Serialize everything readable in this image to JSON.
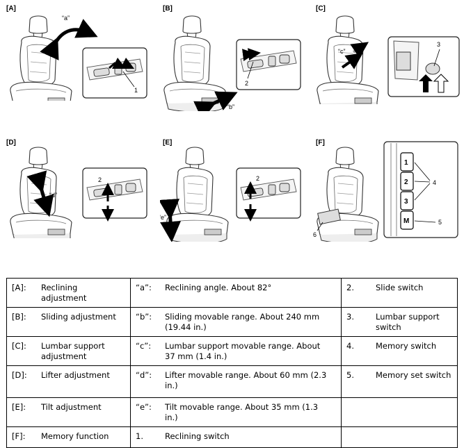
{
  "panels": {
    "A": {
      "label": "[A]",
      "callouts": {
        "a": "“a”",
        "n1": "1"
      }
    },
    "B": {
      "label": "[B]",
      "callouts": {
        "b": "“b”",
        "n2": "2"
      }
    },
    "C": {
      "label": "[C]",
      "callouts": {
        "c": "“c”",
        "n3": "3"
      }
    },
    "D": {
      "label": "[D]",
      "callouts": {
        "d": "“d”",
        "n2": "2"
      }
    },
    "E": {
      "label": "[E]",
      "callouts": {
        "e": "“e”",
        "n2": "2"
      }
    },
    "F": {
      "label": "[F]",
      "callouts": {
        "n4": "4",
        "n5": "5",
        "n6": "6",
        "btn1": "1",
        "btn2": "2",
        "btn3": "3",
        "btnM": "M"
      }
    }
  },
  "legend": {
    "rows": [
      [
        {
          "k": "[A]:",
          "v": "Reclining adjustment"
        },
        {
          "k": "“a”:",
          "v": "Reclining angle. About 82°"
        },
        {
          "k": "2.",
          "v": "Slide switch"
        }
      ],
      [
        {
          "k": "[B]:",
          "v": "Sliding adjustment"
        },
        {
          "k": "“b”:",
          "v": "Sliding movable range. About 240 mm (19.44 in.)"
        },
        {
          "k": "3.",
          "v": "Lumbar support switch"
        }
      ],
      [
        {
          "k": "[C]:",
          "v": "Lumbar support adjustment"
        },
        {
          "k": "“c”:",
          "v": "Lumbar support movable range. About 37 mm (1.4 in.)"
        },
        {
          "k": "4.",
          "v": "Memory switch"
        }
      ],
      [
        {
          "k": "[D]:",
          "v": "Lifter adjustment"
        },
        {
          "k": "“d”:",
          "v": "Lifter movable range. About 60 mm (2.3 in.)"
        },
        {
          "k": "5.",
          "v": "Memory set switch"
        }
      ],
      [
        {
          "k": "[E]:",
          "v": "Tilt adjustment"
        },
        {
          "k": "“e”:",
          "v": "Tilt movable range. About 35 mm (1.3 in.)"
        },
        {
          "k": "",
          "v": ""
        }
      ],
      [
        {
          "k": "[F]:",
          "v": "Memory function"
        },
        {
          "k": "1.",
          "v": "Reclining switch"
        },
        {
          "k": "",
          "v": ""
        }
      ]
    ]
  }
}
